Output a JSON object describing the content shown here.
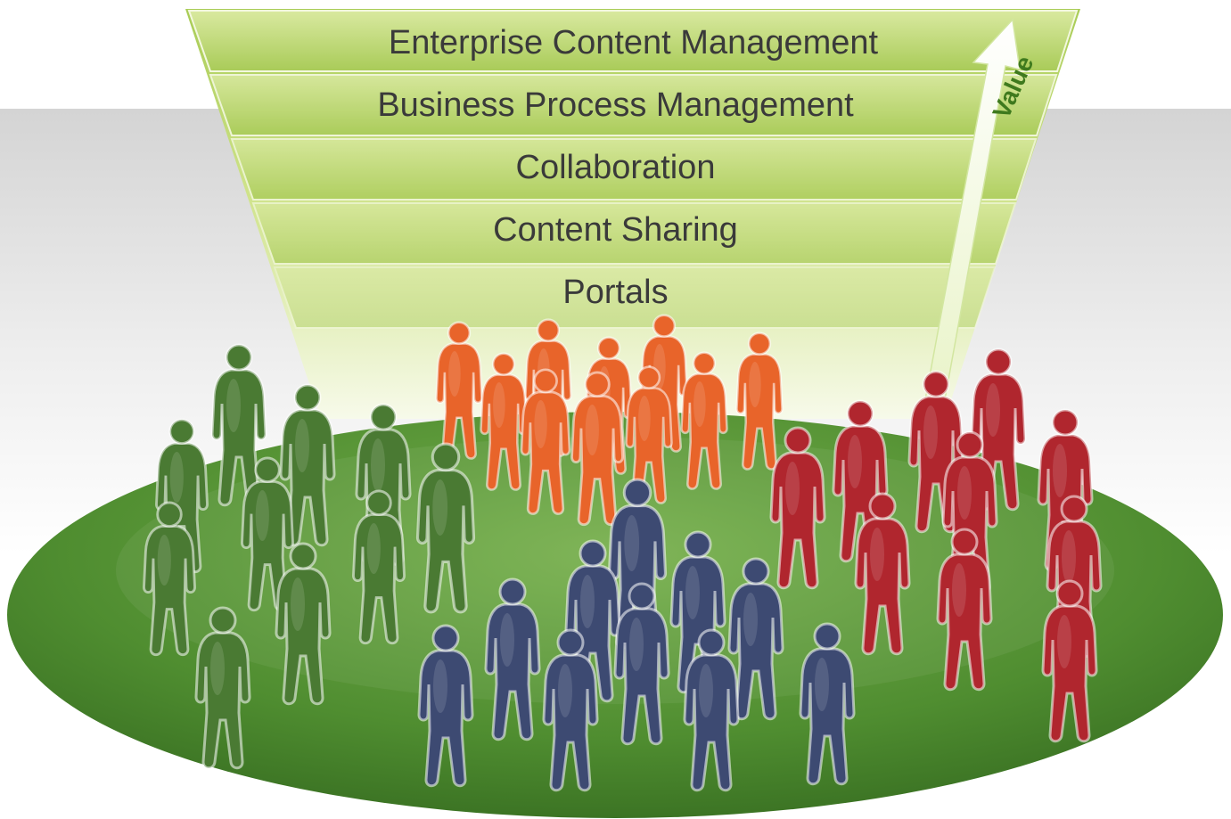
{
  "tiers": [
    "Enterprise Content Management",
    "Business Process Management",
    "Collaboration",
    "Content Sharing",
    "Portals"
  ],
  "arrow_label": "Value",
  "colors": {
    "funnel_light": "#f4f8dc",
    "funnel_dark": "#9cc24a",
    "platform_green": "#4e8a2e",
    "backdrop_gray": "#d9d9d9",
    "arrow_label": "#3f7a1e",
    "group_green": "#4a7a33",
    "group_orange": "#e8642a",
    "group_navy": "#3d4a72",
    "group_red": "#b0262e"
  }
}
